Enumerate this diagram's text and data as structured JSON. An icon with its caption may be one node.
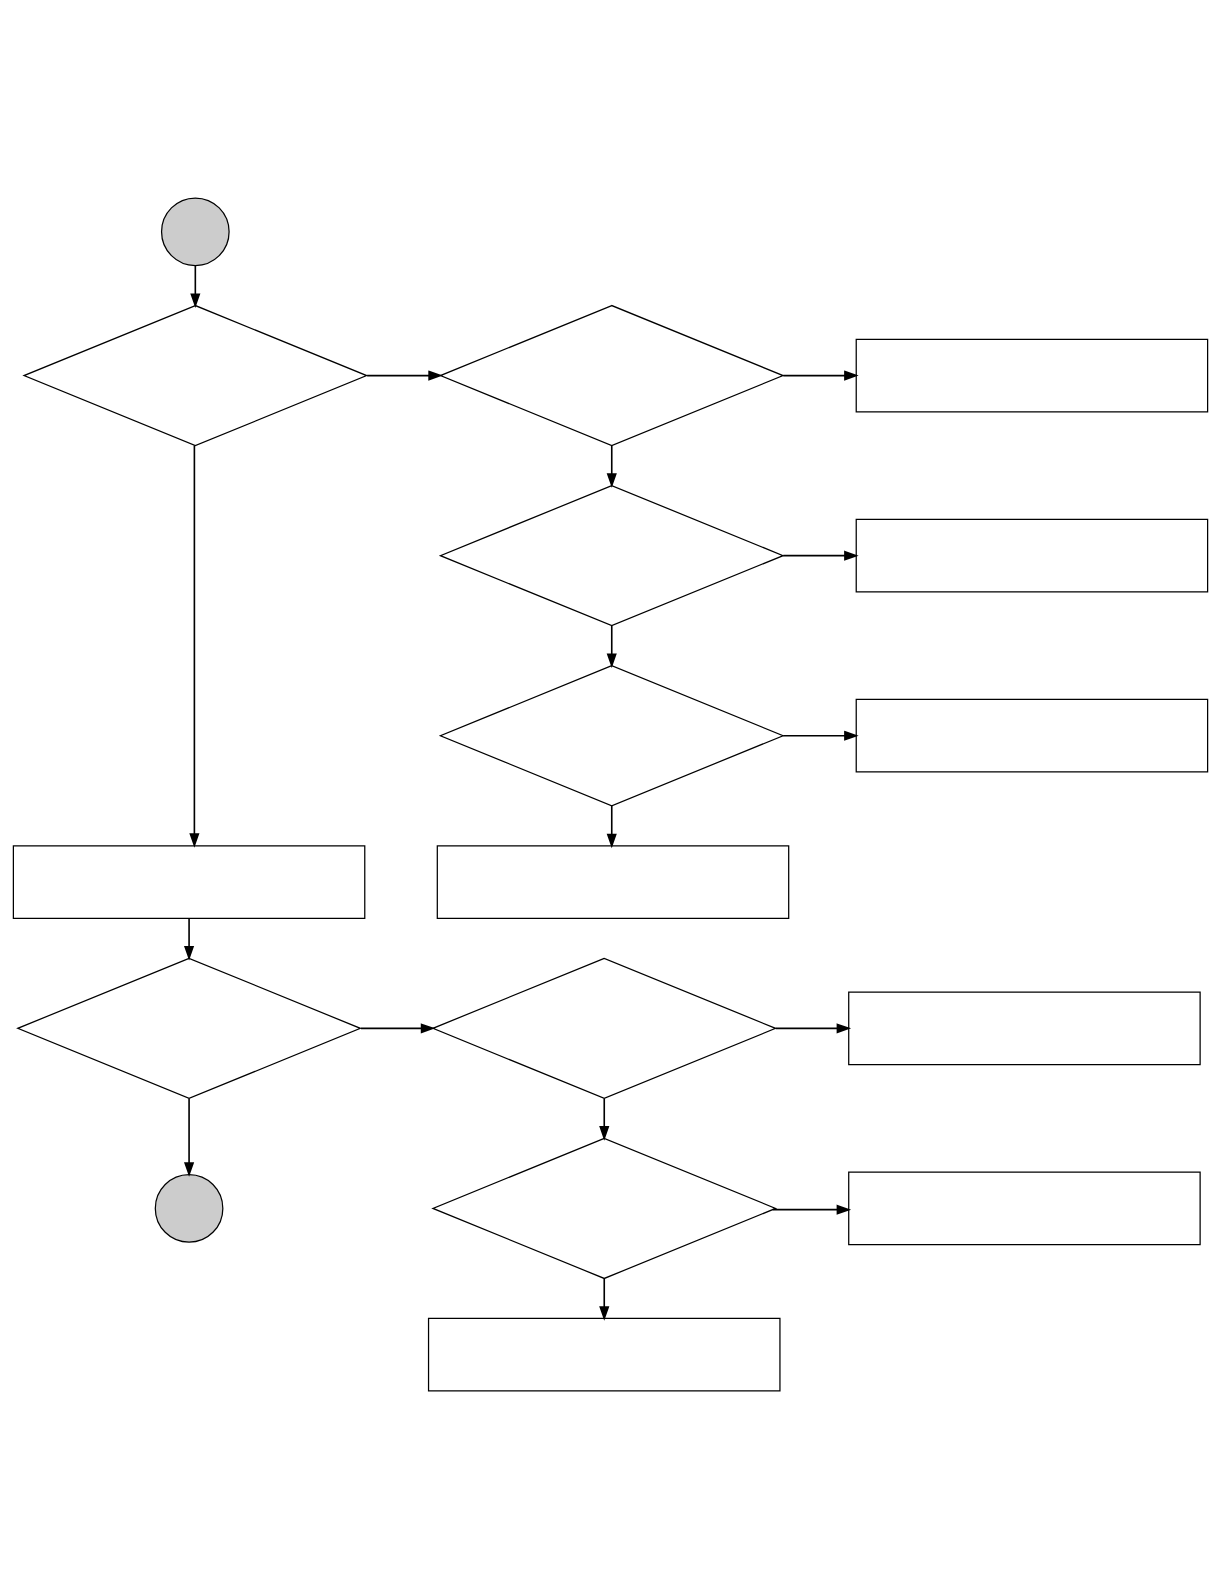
{
  "diagram": {
    "nodes": [
      {
        "text": [],
        "shape": "circle"
      },
      {
        "text": [],
        "shape": "diamond"
      },
      {
        "text": [],
        "shape": "diamond"
      },
      {
        "text": [],
        "shape": "box"
      },
      {
        "text": [],
        "shape": "diamond"
      },
      {
        "text": [],
        "shape": "box"
      },
      {
        "text": [],
        "shape": "diamond"
      },
      {
        "text": [],
        "shape": "box"
      },
      {
        "text": [],
        "shape": "box"
      },
      {
        "text": [],
        "shape": "box"
      },
      {
        "text": [],
        "shape": "diamond"
      },
      {
        "text": [],
        "shape": "diamond"
      },
      {
        "text": [],
        "shape": "box"
      },
      {
        "text": [],
        "shape": "diamond"
      },
      {
        "text": [],
        "shape": "box"
      },
      {
        "text": [],
        "shape": "box"
      },
      {
        "text": [],
        "shape": "circle"
      }
    ],
    "edges": [
      {
        "from": 0,
        "to": 1,
        "arrow": "to"
      },
      {
        "from": 1,
        "to": 2,
        "arrow": "to"
      },
      {
        "from": 2,
        "to": 3,
        "arrow": "to"
      },
      {
        "from": 2,
        "to": 4,
        "arrow": "to"
      },
      {
        "from": 4,
        "to": 5,
        "arrow": "to"
      },
      {
        "from": 4,
        "to": 6,
        "arrow": "to"
      },
      {
        "from": 6,
        "to": 7,
        "arrow": "to"
      },
      {
        "from": 6,
        "to": 9,
        "arrow": "to"
      },
      {
        "from": 1,
        "to": 8,
        "arrow": "to"
      },
      {
        "from": 8,
        "to": 10,
        "arrow": "to"
      },
      {
        "from": 10,
        "to": 11,
        "arrow": "to"
      },
      {
        "from": 11,
        "to": 12,
        "arrow": "to"
      },
      {
        "from": 11,
        "to": 13,
        "arrow": "to"
      },
      {
        "from": 13,
        "to": 14,
        "arrow": "to"
      },
      {
        "from": 13,
        "to": 15,
        "arrow": "to"
      },
      {
        "from": 10,
        "to": 16,
        "arrow": "to"
      }
    ]
  }
}
